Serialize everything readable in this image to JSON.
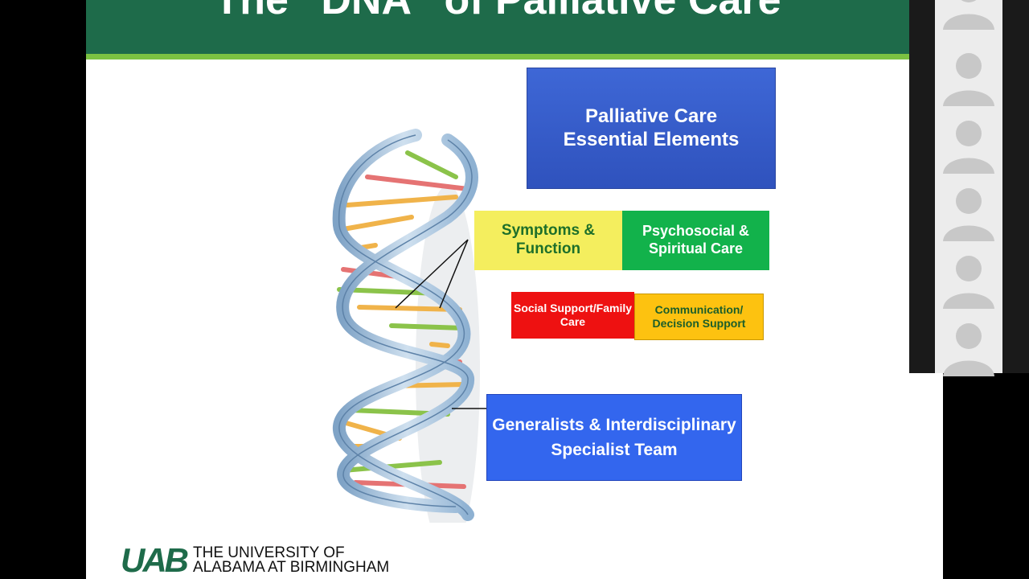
{
  "slide": {
    "title": "The “DNA” of Palliative Care",
    "essential_elements": "Palliative Care Essential Elements",
    "symptoms": "Symptoms & Function",
    "psychosocial": "Psychosocial & Spiritual Care",
    "social_support": "Social Support/Family Care",
    "communication": "Communication/ Decision Support",
    "team": "Generalists & Interdisciplinary Specialist Team",
    "footer_logo": "UAB",
    "footer_line1": "THE UNIVERSITY OF",
    "footer_line2": "ALABAMA AT BIRMINGHAM"
  },
  "participants": [
    {
      "icon": "person-avatar-icon"
    },
    {
      "icon": "person-avatar-icon"
    },
    {
      "icon": "person-avatar-icon"
    },
    {
      "icon": "person-avatar-icon"
    },
    {
      "icon": "person-avatar-icon"
    },
    {
      "icon": "person-avatar-icon"
    }
  ],
  "colors": {
    "header": "#1e6b4a",
    "stripe": "#7cc242",
    "essential": "#3e67d6",
    "symptoms": "#f4ee5e",
    "psychosocial": "#12b24b",
    "social": "#ee1111",
    "communication": "#fdc210",
    "team": "#3366ee"
  }
}
